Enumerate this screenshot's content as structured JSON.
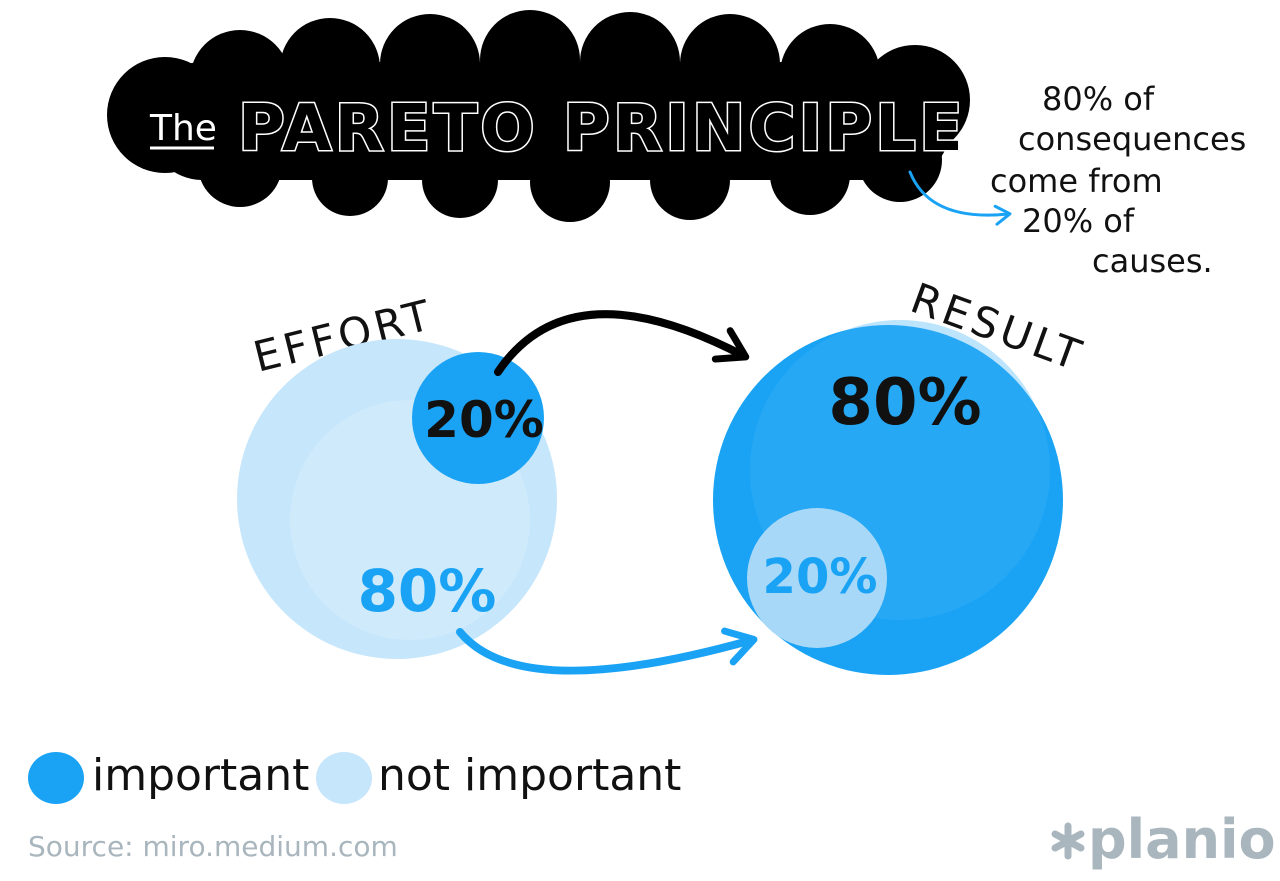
{
  "title": {
    "prefix": "The",
    "main": "PARETO PRINCIPLE"
  },
  "note": {
    "lines": [
      "80% of",
      "consequences",
      "come from",
      "20% of",
      "causes."
    ]
  },
  "effort": {
    "label": "EFFORT",
    "small_value": "20%",
    "big_value": "80%"
  },
  "result": {
    "label": "RESULT",
    "big_value": "80%",
    "small_value": "20%"
  },
  "legend": {
    "important": "important",
    "not_important": "not important"
  },
  "source": "Source: miro.medium.com",
  "brand": "planio",
  "colors": {
    "important": "#1aa3f5",
    "not_important": "#c6e6fb",
    "title_bg": "#000000",
    "arrow_dark": "#000000",
    "arrow_blue": "#1aa3f5",
    "muted": "#a9b6bd"
  }
}
